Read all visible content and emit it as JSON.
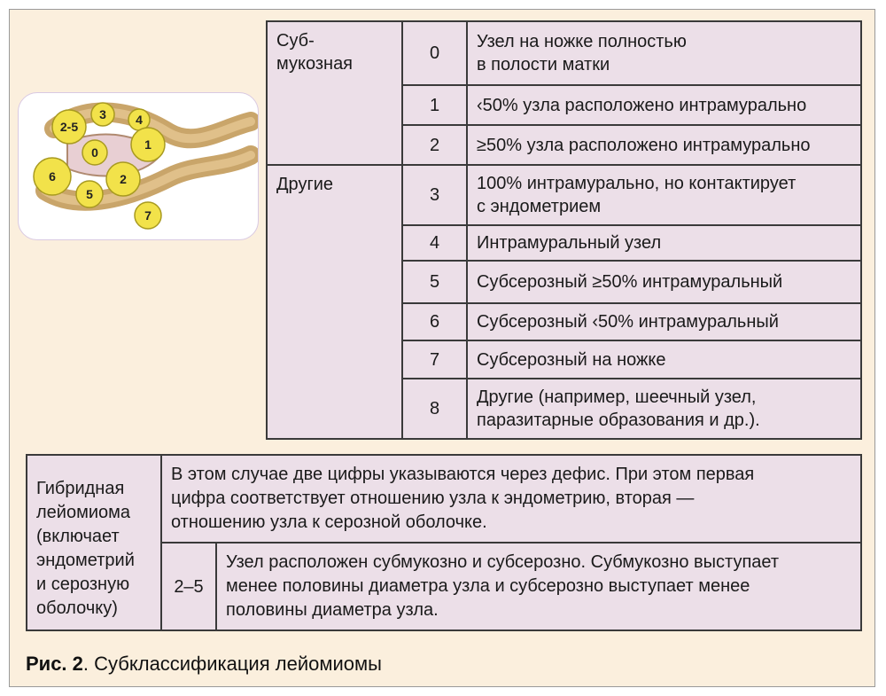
{
  "illustration": {
    "node_labels": [
      "2-5",
      "3",
      "4",
      "0",
      "1",
      "6",
      "2",
      "5",
      "7"
    ]
  },
  "classification": {
    "groups": [
      {
        "name": "Суб-\nмукозная",
        "rows": [
          {
            "num": "0",
            "desc": "Узел на ножке полностью\nв полости матки"
          },
          {
            "num": "1",
            "desc": "‹50% узла расположено интрамурально"
          },
          {
            "num": "2",
            "desc": "≥50% узла расположено интрамурально"
          }
        ]
      },
      {
        "name": "Другие",
        "rows": [
          {
            "num": "3",
            "desc": "100% интрамурально, но контактирует\nс эндометрием"
          },
          {
            "num": "4",
            "desc": "Интрамуральный узел"
          },
          {
            "num": "5",
            "desc": "Субсерозный ≥50% интрамуральный"
          },
          {
            "num": "6",
            "desc": "Субсерозный ‹50% интрамуральный"
          },
          {
            "num": "7",
            "desc": "Субсерозный на ножке"
          },
          {
            "num": "8",
            "desc": "Другие (например, шеечный узел,\nпаразитарные образования и др.)."
          }
        ]
      }
    ]
  },
  "hybrid": {
    "label": "Гибридная\nлейомиома\n(включает\nэндометрий\nи серозную\nоболочку)",
    "description": "В этом случае две цифры указываются через дефис. При этом первая\nцифра соответствует отношению узла к эндометрию, вторая —\nотношению узла к серозной оболочке.",
    "example_num": "2–5",
    "example_desc": "Узел расположен субмукозно и субсерозно. Субмукозно выступает\nменее половины диаметра узла и субсерозно выступает менее\nполовины диаметра узла."
  },
  "caption": {
    "label": "Рис. 2",
    "text": ". Субклассификация лейомиомы"
  }
}
